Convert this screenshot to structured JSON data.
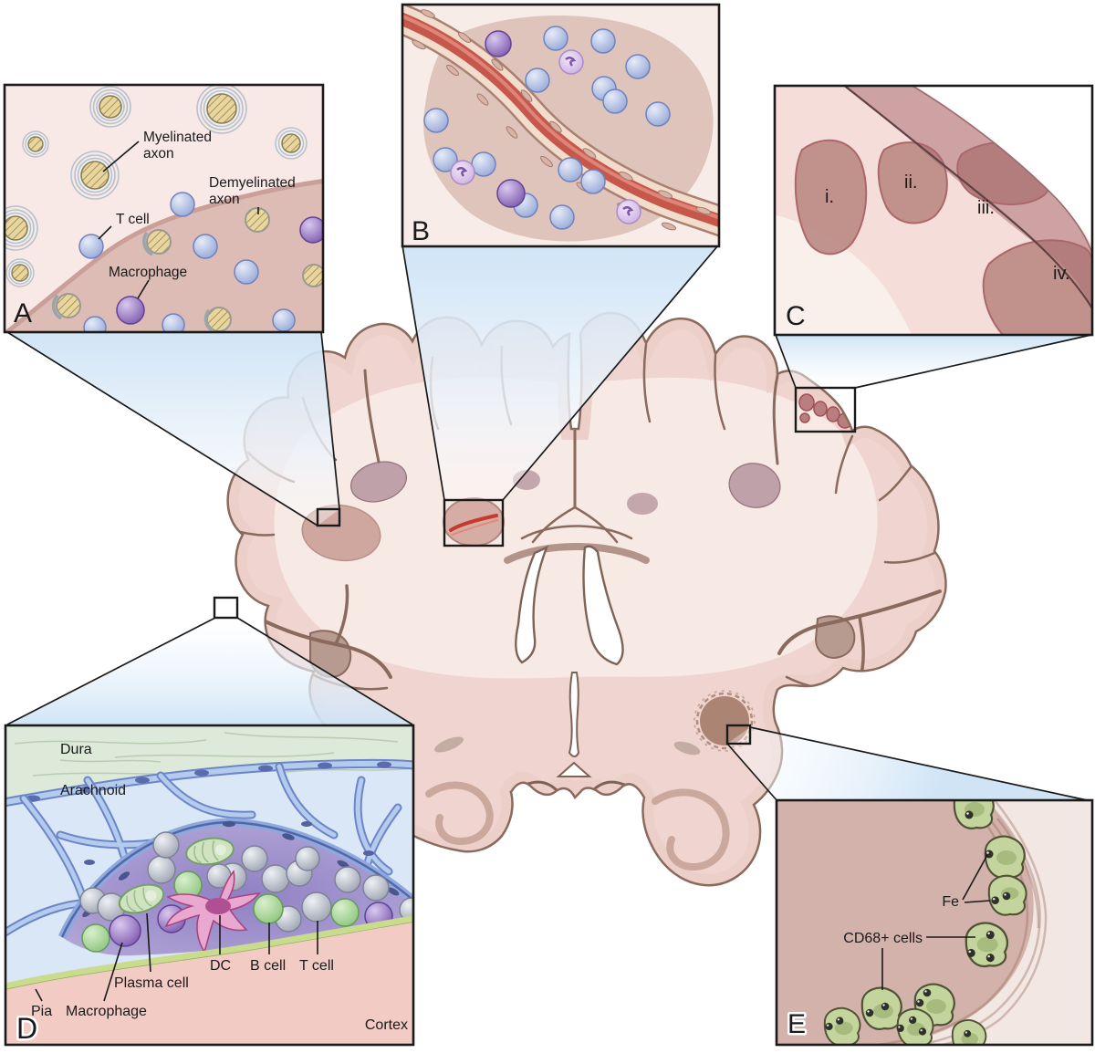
{
  "panels": {
    "a": {
      "letter": "A",
      "labels": {
        "myelinated_line1": "Myelinated",
        "myelinated_line2": "axon",
        "demyelinated_line1": "Demyelinated",
        "demyelinated_line2": "axon",
        "t_cell": "T cell",
        "macrophage": "Macrophage"
      }
    },
    "b": {
      "letter": "B"
    },
    "c": {
      "letter": "C",
      "lesions": [
        "i.",
        "ii.",
        "iii.",
        "iv."
      ]
    },
    "d": {
      "letter": "D",
      "labels": {
        "dura": "Dura",
        "arachnoid": "Arachnoid",
        "plasma_cell": "Plasma cell",
        "macrophage": "Macrophage",
        "pia": "Pia",
        "dc": "DC",
        "b_cell": "B cell",
        "t_cell": "T cell",
        "cortex": "Cortex"
      }
    },
    "e": {
      "letter": "E",
      "labels": {
        "fe": "Fe",
        "cd68": "CD68+ cells"
      }
    }
  },
  "colors": {
    "beam_blue": "#cfe3f5",
    "lesion_dusty_pink": "#dcbab3",
    "myelin_yellow": "#e9d69e",
    "t_cell_blue": "#9fb0d8",
    "macrophage_purple": "#8a68b8",
    "vessel_red": "#c6574b",
    "dura_green": "#dde9d9",
    "arachnoid_blue": "#d9e7f6",
    "follicle_purple": "#8f80c3",
    "b_cell_green": "#8cc47c",
    "dc_pink": "#e9a8d0",
    "pia_green": "#c9dc8e",
    "cortex_pink": "#f3cbc5",
    "cd68_green": "#c3d49c",
    "iron_black": "#30302b",
    "brain_cortex": "#f0d4cf",
    "brain_outline": "#8a6a5c"
  }
}
